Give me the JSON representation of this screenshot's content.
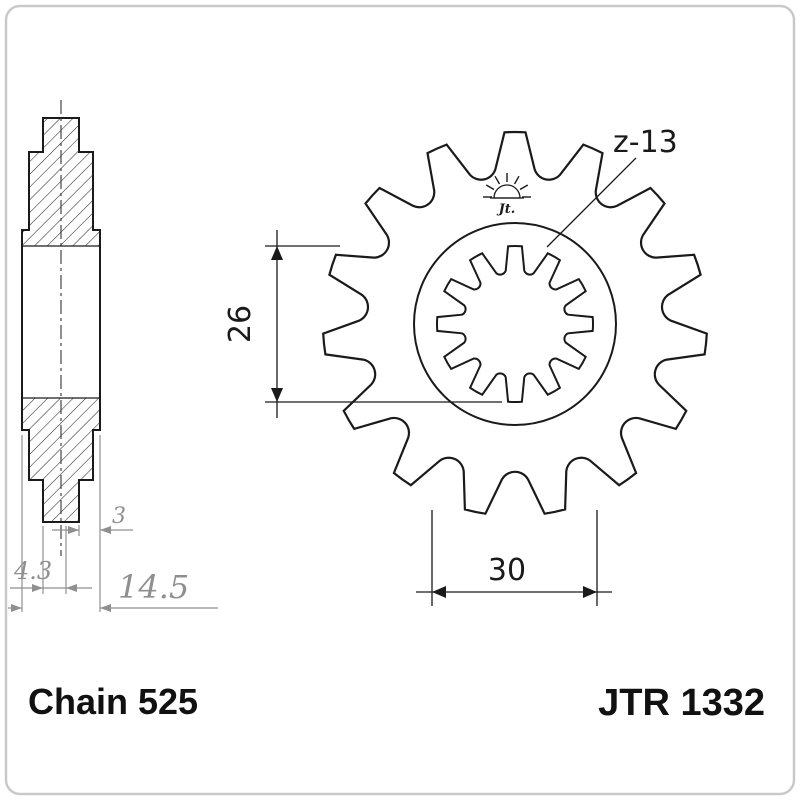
{
  "labels": {
    "teeth": "z-13",
    "bore_dim": "26",
    "width_dim": "30",
    "offset_dim": "3",
    "tooth_width_dim": "4.3",
    "total_width_dim": "14.5",
    "logo": "Jt."
  },
  "footer": {
    "chain": "Chain 525",
    "part": "JTR 1332"
  },
  "colors": {
    "ink": "#1a1a1a",
    "dim_gray": "#8f8f8f",
    "page_border": "#c9c9c9"
  }
}
